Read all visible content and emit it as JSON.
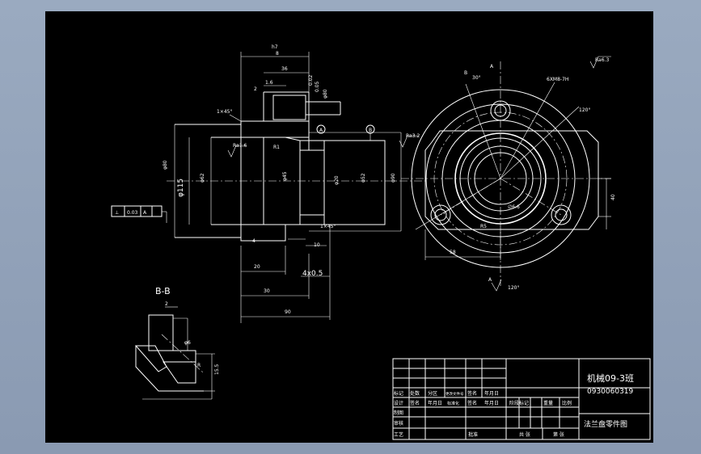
{
  "colors": {
    "background": "#000000",
    "lines": "#ffffff",
    "viewport": "#96a6bd"
  },
  "section_view": {
    "label": "B-B"
  },
  "dimensions": {
    "chamfer_4x05": "4x0.5",
    "dia_main": "φ115"
  },
  "title_block": {
    "class_name": "机械09-3班",
    "student_id": "0930060319",
    "drawing_name": "法兰盘零件图",
    "headers_row1": [
      "标记",
      "处数",
      "分区",
      "更改文件号",
      "签名",
      "年月日"
    ],
    "headers_row2": [
      "设计",
      "签名",
      "年月日",
      "标准化",
      "签名",
      "年月日"
    ],
    "stage_label": "阶段标记",
    "weight_label": "重量",
    "scale_label": "比例",
    "rows": [
      "制图",
      "审核",
      "工艺"
    ],
    "approve_label": "批准",
    "sheet_count_label": "共 张",
    "sheet_no_label": "第 张"
  }
}
